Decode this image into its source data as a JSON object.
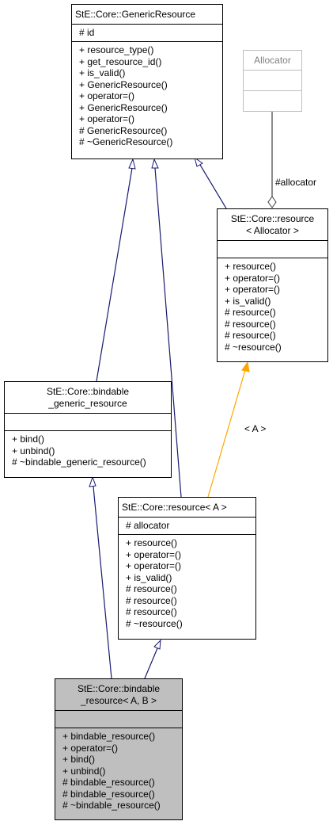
{
  "colors": {
    "inheritance": "#191970",
    "template_instantiation": "#ffa500",
    "usage": "#404040",
    "highlight_fill": "#bfbfbf",
    "muted_border": "#bfbfbf"
  },
  "classes": {
    "generic_resource": {
      "title": "StE::Core::GenericResource",
      "attributes": [
        "# id"
      ],
      "methods": [
        "+ resource_type()",
        "+ get_resource_id()",
        "+ is_valid()",
        "+ GenericResource()",
        "+ operator=()",
        "+ GenericResource()",
        "+ operator=()",
        "# GenericResource()",
        "# ~GenericResource()"
      ]
    },
    "allocator": {
      "title": "Allocator",
      "attributes": [],
      "methods": []
    },
    "resource_allocator": {
      "title": "StE::Core::resource\n< Allocator >",
      "attributes": [],
      "methods": [
        "+ resource()",
        "+ operator=()",
        "+ operator=()",
        "+ is_valid()",
        "# resource()",
        "# resource()",
        "# resource()",
        "# ~resource()"
      ]
    },
    "bindable_generic_resource": {
      "title": "StE::Core::bindable\n_generic_resource",
      "attributes": [],
      "methods": [
        "+ bind()",
        "+ unbind()",
        "# ~bindable_generic_resource()"
      ]
    },
    "resource_a": {
      "title": "StE::Core::resource< A >",
      "attributes": [
        "# allocator"
      ],
      "methods": [
        "+ resource()",
        "+ operator=()",
        "+ operator=()",
        "+ is_valid()",
        "# resource()",
        "# resource()",
        "# resource()",
        "# ~resource()"
      ]
    },
    "bindable_resource": {
      "title": "StE::Core::bindable\n_resource< A, B >",
      "attributes": [],
      "methods": [
        "+ bindable_resource()",
        "+ operator=()",
        "+ bind()",
        "+ unbind()",
        "# bindable_resource()",
        "# bindable_resource()",
        "# ~bindable_resource()"
      ]
    }
  },
  "edge_labels": {
    "allocator_member": "#allocator",
    "template_args": "< A >"
  }
}
